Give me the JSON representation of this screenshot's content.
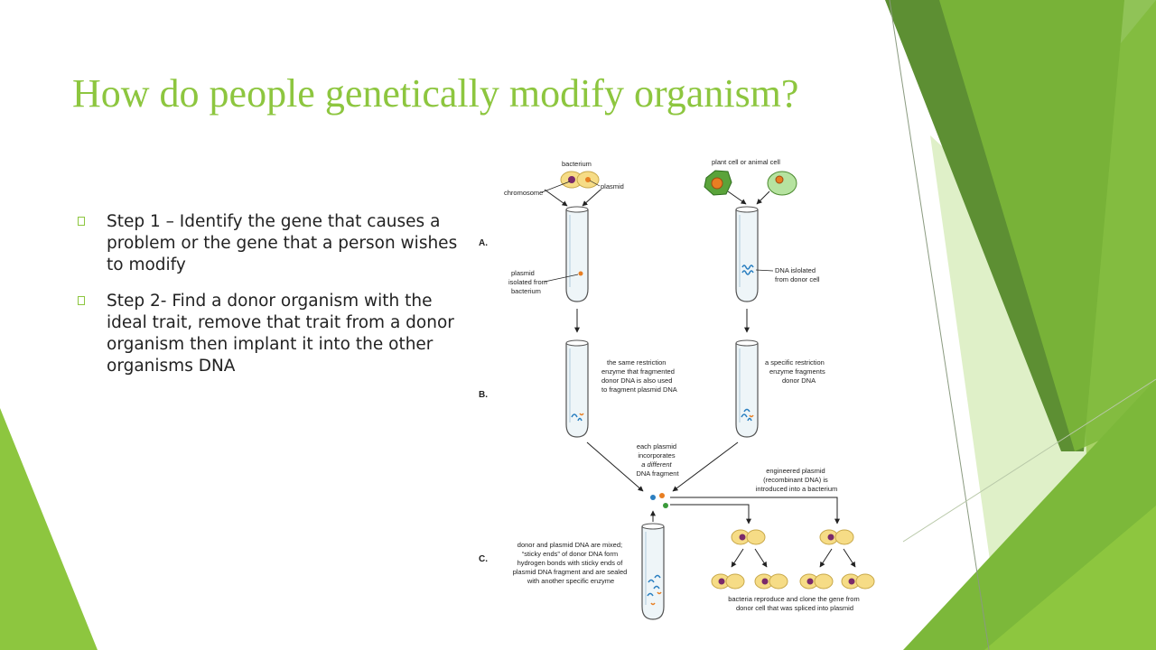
{
  "slide": {
    "title": "How do people genetically modify organism?",
    "bullets": [
      "Step 1 – Identify the gene that causes a problem or the gene that a person wishes to modify",
      "Step 2- Find a donor organism with the ideal trait, remove that trait from a donor organism then implant it into the other organisms DNA"
    ]
  },
  "figure": {
    "labels": {
      "bacterium": "bacterium",
      "chromosome": "chromosome",
      "plasmid": "plasmid",
      "plant_animal_cell": "plant cell or animal cell",
      "step_a": "A.",
      "step_b": "B.",
      "step_c": "C.",
      "plasmid_isolated": [
        "plasmid",
        "isolated from",
        "bacterium"
      ],
      "dna_isolated": [
        "DNA islolated",
        "from donor cell"
      ],
      "same_enzyme": [
        "the same restriction",
        "enzyme that fragmented",
        "donor DNA is also used",
        "to fragment plasmid DNA"
      ],
      "specific_enzyme": [
        "a specific restriction",
        "enzyme fragments",
        "donor DNA"
      ],
      "each_plasmid": [
        "each plasmid",
        "incorporates",
        "a different",
        "DNA fragment"
      ],
      "engineered": [
        "engineered plasmid",
        "(recombinant DNA) is",
        "introduced into a bacterium"
      ],
      "mixed": [
        "donor and plasmid DNA are mixed;",
        "“sticky ends” of donor DNA form",
        "hydrogen bonds with sticky ends of",
        "plasmid DNA fragment and are sealed",
        "with another specific enzyme"
      ],
      "reproduce": [
        "bacteria reproduce and clone the gene from",
        "donor cell that was spliced into plasmid"
      ]
    },
    "colors": {
      "green_dark": "#5d8f33",
      "green_mid": "#7cb83a",
      "green_light": "#a8d267",
      "title_green": "#8dc63f",
      "cell_yellow": "#f6dc86",
      "nucleus_purple": "#7a2a6a",
      "plasmid_orange": "#e87e22",
      "dna_blue": "#2b7fc0"
    }
  }
}
